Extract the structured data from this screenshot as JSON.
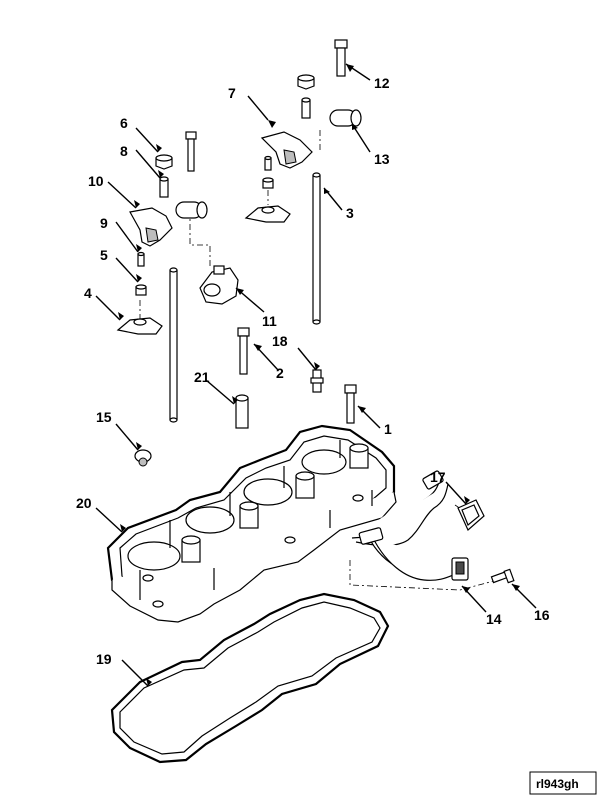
{
  "figure_ref": "rl943gh",
  "callouts": [
    {
      "label": "1",
      "part": "bolt"
    },
    {
      "label": "2",
      "part": "bolt"
    },
    {
      "label": "3",
      "part": "push-rod"
    },
    {
      "label": "4",
      "part": "rocker-arm-support"
    },
    {
      "label": "5",
      "part": "pivot-ball"
    },
    {
      "label": "6",
      "part": "nut"
    },
    {
      "label": "7",
      "part": "rocker-arm"
    },
    {
      "label": "8",
      "part": "adjusting-screw"
    },
    {
      "label": "9",
      "part": "adjusting-screw"
    },
    {
      "label": "10",
      "part": "rocker-arm"
    },
    {
      "label": "11",
      "part": "push-rod-guide"
    },
    {
      "label": "12",
      "part": "bolt"
    },
    {
      "label": "13",
      "part": "pivot"
    },
    {
      "label": "14",
      "part": "wiring-harness"
    },
    {
      "label": "15",
      "part": "plug"
    },
    {
      "label": "16",
      "part": "screw"
    },
    {
      "label": "17",
      "part": "gasket"
    },
    {
      "label": "18",
      "part": "stud"
    },
    {
      "label": "19",
      "part": "cover-gasket"
    },
    {
      "label": "20",
      "part": "rocker-housing"
    },
    {
      "label": "21",
      "part": "spacer"
    }
  ]
}
